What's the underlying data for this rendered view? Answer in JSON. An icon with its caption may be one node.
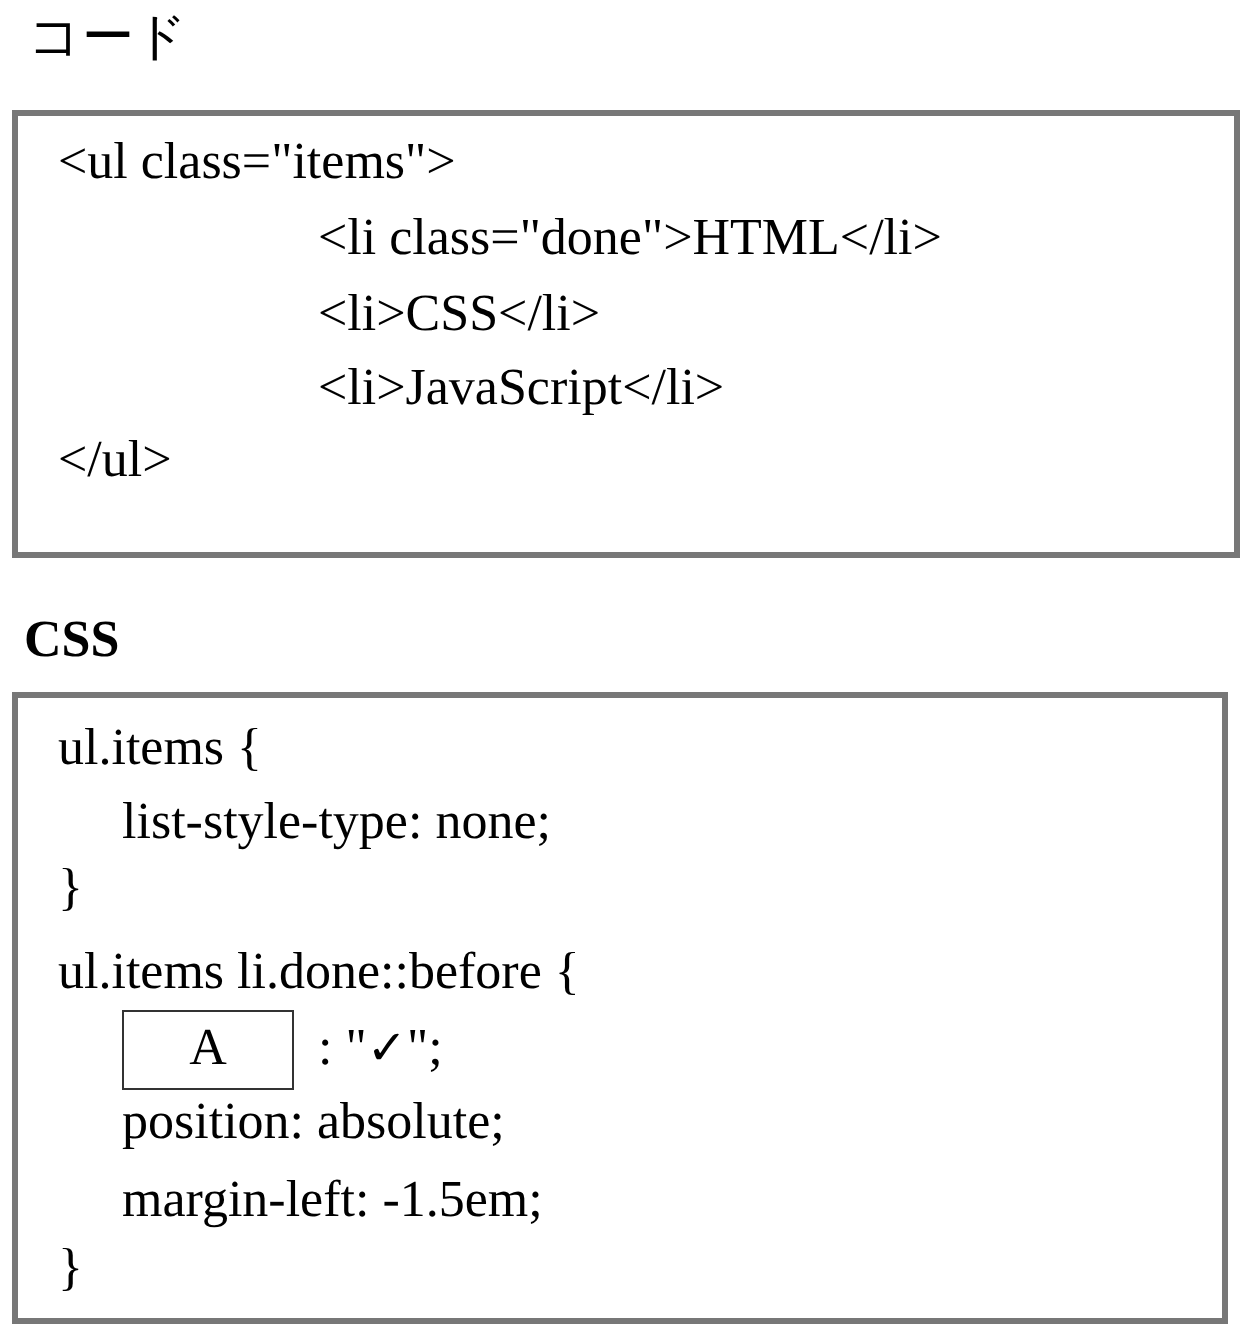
{
  "diagram": {
    "nodes": [
      {
        "text": [
          "コード",
          "<ul class=\"items\">",
          "<li class=\"done\">HTML</li>",
          "<li>CSS</li>",
          "<li>JavaScript</li>",
          "</ul>"
        ]
      },
      {
        "text": [
          "CSS",
          "ul.items {",
          "list-style-type: none;",
          "}",
          "ul.items li.done::before {",
          ": \"✓\";",
          "position: absolute;",
          "margin-left: -1.5em;",
          "}"
        ]
      },
      {
        "text": [
          "A"
        ],
        "in": 1
      }
    ]
  }
}
